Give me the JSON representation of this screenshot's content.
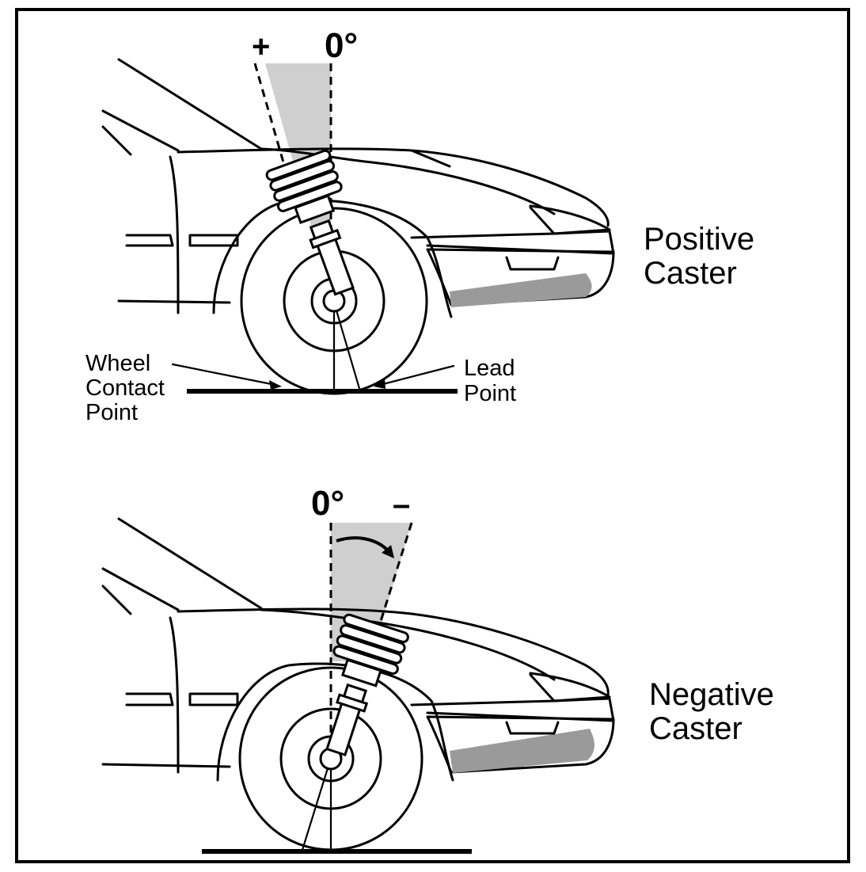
{
  "panels": [
    {
      "caption_line1": "Positive",
      "caption_line2": "Caster",
      "zero_label": "0°",
      "sign_label": "+",
      "wheel_contact_line1": "Wheel",
      "wheel_contact_line2": "Contact",
      "wheel_contact_line3": "Point",
      "lead_line1": "Lead",
      "lead_line2": "Point"
    },
    {
      "caption_line1": "Negative",
      "caption_line2": "Caster",
      "zero_label": "0°",
      "sign_label": "–"
    }
  ],
  "colors": {
    "wedge": "#cfcfcf",
    "bumper_shade": "#9a9a9a",
    "ink": "#000000"
  }
}
